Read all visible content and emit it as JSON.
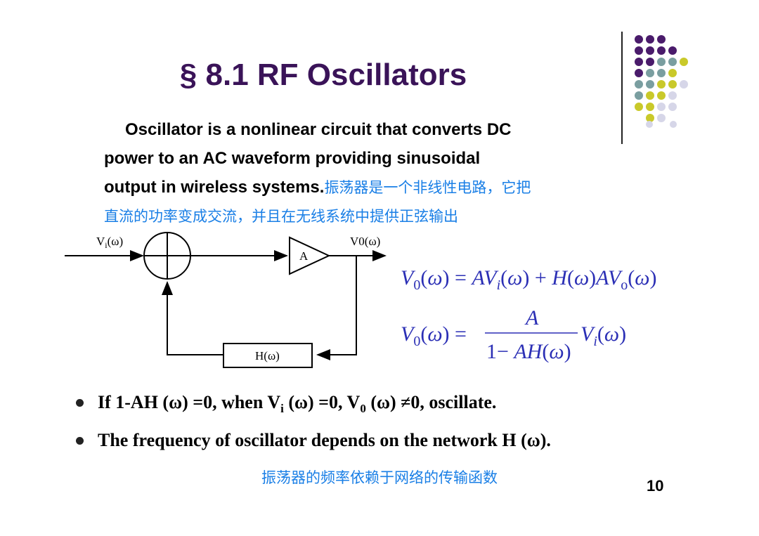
{
  "title": "§ 8.1 RF Oscillators",
  "intro": {
    "line1": "Oscillator is a nonlinear circuit that converts DC",
    "line2": "power to an AC waveform providing sinusoidal",
    "line3_en": "output in wireless systems.",
    "line3_cn": "振荡器是一个非线性电路，它把",
    "line4_cn": "直流的功率变成交流，并且在无线系统中提供正弦输出"
  },
  "diagram": {
    "input_label": "Vi(ω)",
    "input_sub": "i",
    "output_label": "V0(ω)",
    "amp_label": "A",
    "feedback_label": "H(ω)"
  },
  "equations": {
    "eq1": "V0(ω) = AVi(ω) + H(ω)AVo(ω)",
    "eq2_lhs": "V0(ω) =",
    "eq2_num": "A",
    "eq2_den": "1 − AH(ω)",
    "eq2_rhs": "Vi(ω)"
  },
  "bullets": [
    {
      "text_a": "If 1-AH (ω) =0, when V",
      "sub_a": "i",
      "text_b": " (ω) =0, V",
      "sub_b": "0",
      "text_c": " (ω) ≠0, oscillate."
    },
    {
      "text": "The frequency of oscillator depends on the network H (ω)."
    }
  ],
  "footer_cn": "振荡器的频率依赖于网络的传输函数",
  "page_number": "10",
  "colors": {
    "title": "#3a1358",
    "chinese_text": "#1a7fe6",
    "equation": "#2b2fb5",
    "dot_purple": "#4a1b6b",
    "dot_teal": "#7a9ea0",
    "dot_yellow": "#c9c92a",
    "dot_lavender": "#d6d6e8"
  }
}
